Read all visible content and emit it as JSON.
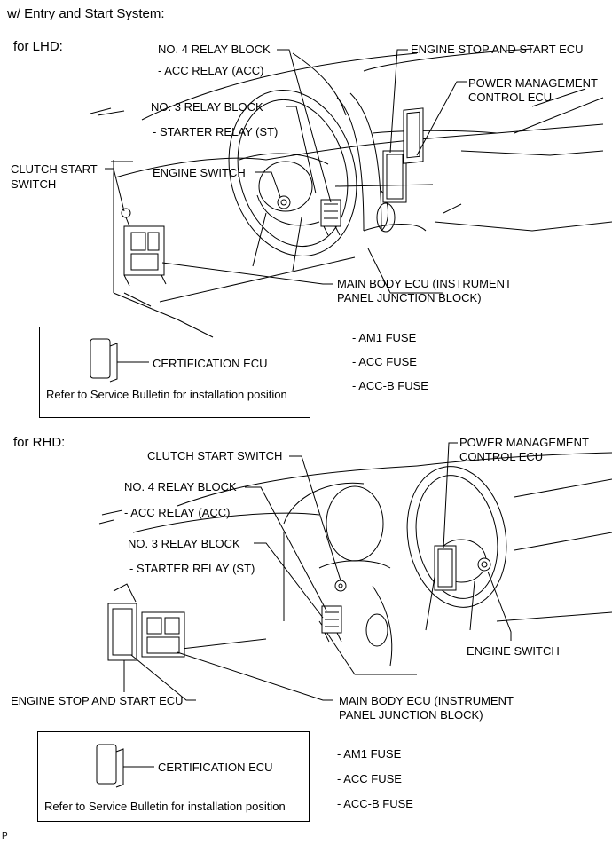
{
  "page": {
    "title": "w/ Entry and Start System:",
    "footer_mark": "P"
  },
  "lhd": {
    "heading": "for LHD:",
    "labels": {
      "relay4": "NO. 4 RELAY BLOCK",
      "acc_relay": "- ACC RELAY (ACC)",
      "relay3": "NO. 3 RELAY BLOCK",
      "starter_relay": "- STARTER RELAY (ST)",
      "clutch_1": "CLUTCH START",
      "clutch_2": "SWITCH",
      "engine_switch": "ENGINE SWITCH",
      "engine_stop_ecu": "ENGINE STOP AND START ECU",
      "pm_ecu_1": "POWER MANAGEMENT",
      "pm_ecu_2": "CONTROL ECU",
      "main_body_1": "MAIN BODY ECU (INSTRUMENT",
      "main_body_2": "PANEL JUNCTION BLOCK)",
      "fuse_am1": "- AM1 FUSE",
      "fuse_acc": "- ACC FUSE",
      "fuse_accb": "- ACC-B FUSE"
    },
    "box": {
      "cert": "CERTIFICATION ECU",
      "note": "Refer to Service Bulletin for installation position"
    }
  },
  "rhd": {
    "heading": "for RHD:",
    "labels": {
      "clutch": "CLUTCH START SWITCH",
      "relay4": "NO. 4 RELAY BLOCK",
      "acc_relay": "- ACC RELAY (ACC)",
      "relay3": "NO. 3 RELAY BLOCK",
      "starter_relay": "- STARTER RELAY (ST)",
      "pm_ecu_1": "POWER MANAGEMENT",
      "pm_ecu_2": "CONTROL ECU",
      "engine_switch": "ENGINE SWITCH",
      "engine_stop_ecu": "ENGINE STOP AND START ECU",
      "main_body_1": "MAIN BODY ECU (INSTRUMENT",
      "main_body_2": "PANEL JUNCTION BLOCK)",
      "fuse_am1": "- AM1 FUSE",
      "fuse_acc": "- ACC FUSE",
      "fuse_accb": "- ACC-B FUSE"
    },
    "box": {
      "cert": "CERTIFICATION ECU",
      "note": "Refer to Service Bulletin for installation position"
    }
  }
}
